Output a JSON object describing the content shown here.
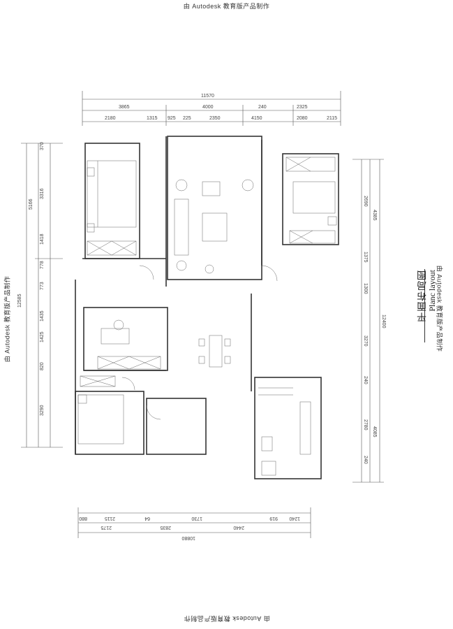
{
  "watermark": {
    "text": "由 Autodesk 教育版产品制作"
  },
  "title": {
    "cn": "平面布局图",
    "en": "Planc layout"
  },
  "dimensions": {
    "top_total": "11570",
    "top_row1": [
      "3865",
      "4000",
      "240",
      "2325"
    ],
    "top_row2": [
      "2180",
      "1315",
      "925",
      "225",
      "2350",
      "4150",
      "2080",
      "2115"
    ],
    "left": [
      "370",
      "3316",
      "1418",
      "778",
      "773",
      "1435",
      "1425",
      "820",
      "3290"
    ],
    "left_total_a": "5166",
    "left_total_b": "12585",
    "right": [
      "2690",
      "1375",
      "1300",
      "3270",
      "240",
      "2780",
      "240"
    ],
    "right_total_a": "4385",
    "right_total_b": "12400",
    "right_total_c": "4085",
    "bottom_row1": [
      "880",
      "2115",
      "64",
      "1730",
      "919",
      "1240"
    ],
    "bottom_row2": [
      "2175",
      "2835",
      "2440"
    ],
    "bottom_total": "10880"
  },
  "colors": {
    "wall": "#333333",
    "thin": "#555555",
    "background": "#ffffff"
  }
}
